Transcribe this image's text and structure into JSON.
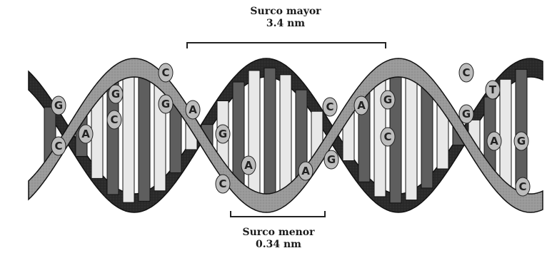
{
  "major_groove": {
    "title": "Surco mayor",
    "value": "3.4 nm"
  },
  "minor_groove": {
    "title": "Surco menor",
    "value": "0.34 nm"
  },
  "bases": [
    {
      "id": "b1",
      "letter": "G"
    },
    {
      "id": "b2",
      "letter": "C"
    },
    {
      "id": "b3",
      "letter": "A"
    },
    {
      "id": "b4",
      "letter": "G"
    },
    {
      "id": "b5",
      "letter": "C"
    },
    {
      "id": "b6",
      "letter": "C"
    },
    {
      "id": "b7",
      "letter": "G"
    },
    {
      "id": "b8",
      "letter": "A"
    },
    {
      "id": "b9",
      "letter": "G"
    },
    {
      "id": "b10",
      "letter": "C"
    },
    {
      "id": "b11",
      "letter": "A"
    },
    {
      "id": "b12",
      "letter": "A"
    },
    {
      "id": "b13",
      "letter": "G"
    },
    {
      "id": "b14",
      "letter": "C"
    },
    {
      "id": "b15",
      "letter": "A"
    },
    {
      "id": "b16",
      "letter": "G"
    },
    {
      "id": "b17",
      "letter": "C"
    },
    {
      "id": "b18",
      "letter": "C"
    },
    {
      "id": "b19",
      "letter": "G"
    },
    {
      "id": "b20",
      "letter": "T"
    },
    {
      "id": "b21",
      "letter": "A"
    },
    {
      "id": "b22",
      "letter": "G"
    },
    {
      "id": "b23",
      "letter": "C"
    }
  ],
  "colors": {
    "strand_light": "#9a9a9a",
    "strand_dark": "#2a2a2a",
    "strand_edge": "#111111",
    "rung_dark": "#5e5e5e",
    "rung_light": "#e8e8e8",
    "bracket": "#222222"
  }
}
